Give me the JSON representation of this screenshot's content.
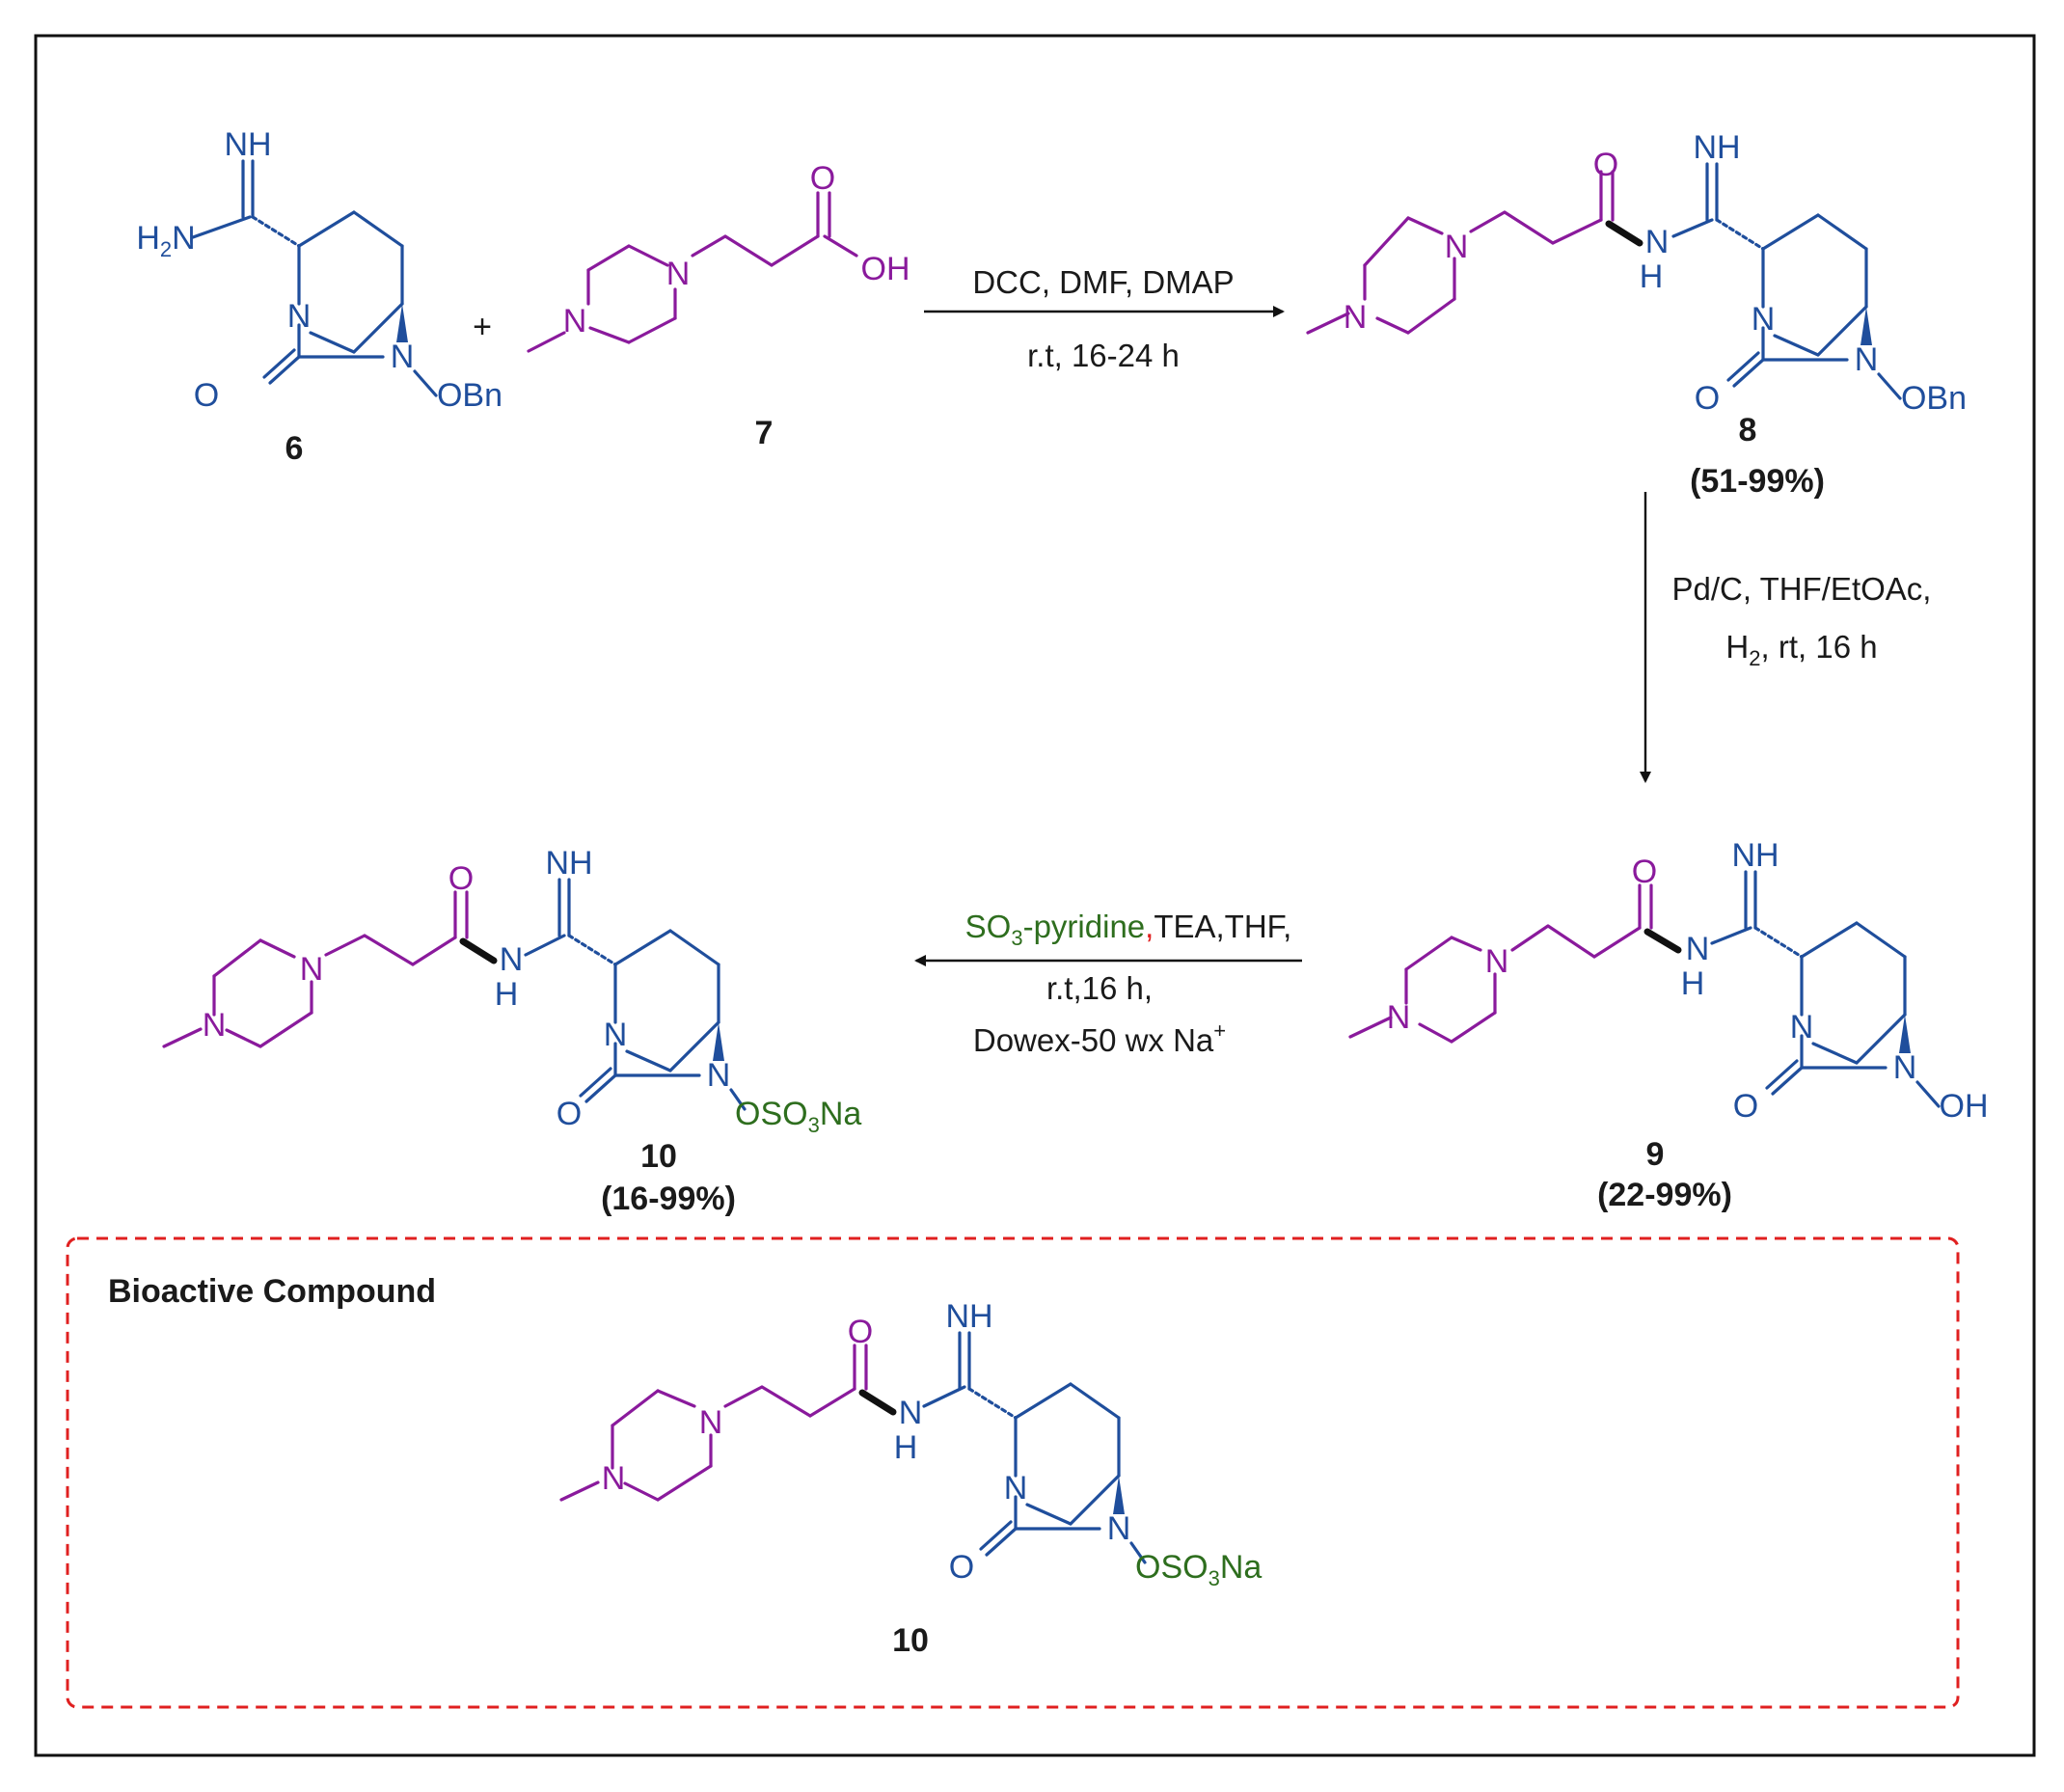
{
  "colors": {
    "scaffold": "#1f4e9c",
    "side_chain": "#8a1a9c",
    "sulfate": "#2e6e1e",
    "frame_border": "#111111",
    "highlight_border": "#e02020"
  },
  "atoms": {
    "imine": "NH",
    "amine_h2": "H",
    "amine_sub": "2",
    "amine_n": "N",
    "n": "N",
    "o": "O",
    "nh_n": "N",
    "nh_h": "H",
    "obn": "OBn",
    "oh": "OH",
    "osulfate_o": "OSO",
    "osulfate_sub": "3",
    "osulfate_na": "Na",
    "carboxyl_oh": "OH"
  },
  "compounds": {
    "c6": {
      "label": "6"
    },
    "c7": {
      "label": "7"
    },
    "c8": {
      "label": "8",
      "yield": "(51-99%)"
    },
    "c9": {
      "label": "9",
      "yield": "(22-99%)"
    },
    "c10": {
      "label": "10",
      "yield": "(16-99%)"
    },
    "plus": "+"
  },
  "steps": {
    "step1": {
      "line1": "DCC, DMF, DMAP",
      "line2": "r.t, 16-24 h"
    },
    "step2": {
      "line1": "Pd/C, THF/EtOAc,",
      "line2_h": "H",
      "line2_sub": "2",
      "line2_rest": ", rt, 16 h"
    },
    "step3": {
      "line1_so": "SO",
      "line1_sub": "3",
      "line1_pyr": "-pyridine",
      "line1_comma": ",",
      "line1_rest": "TEA,THF,",
      "line2": "r.t,16  h,",
      "line3": "Dowex-50 wx Na",
      "line3_sup": "+"
    }
  },
  "highlight_box": {
    "title": "Bioactive Compound",
    "compound_label": "10"
  }
}
